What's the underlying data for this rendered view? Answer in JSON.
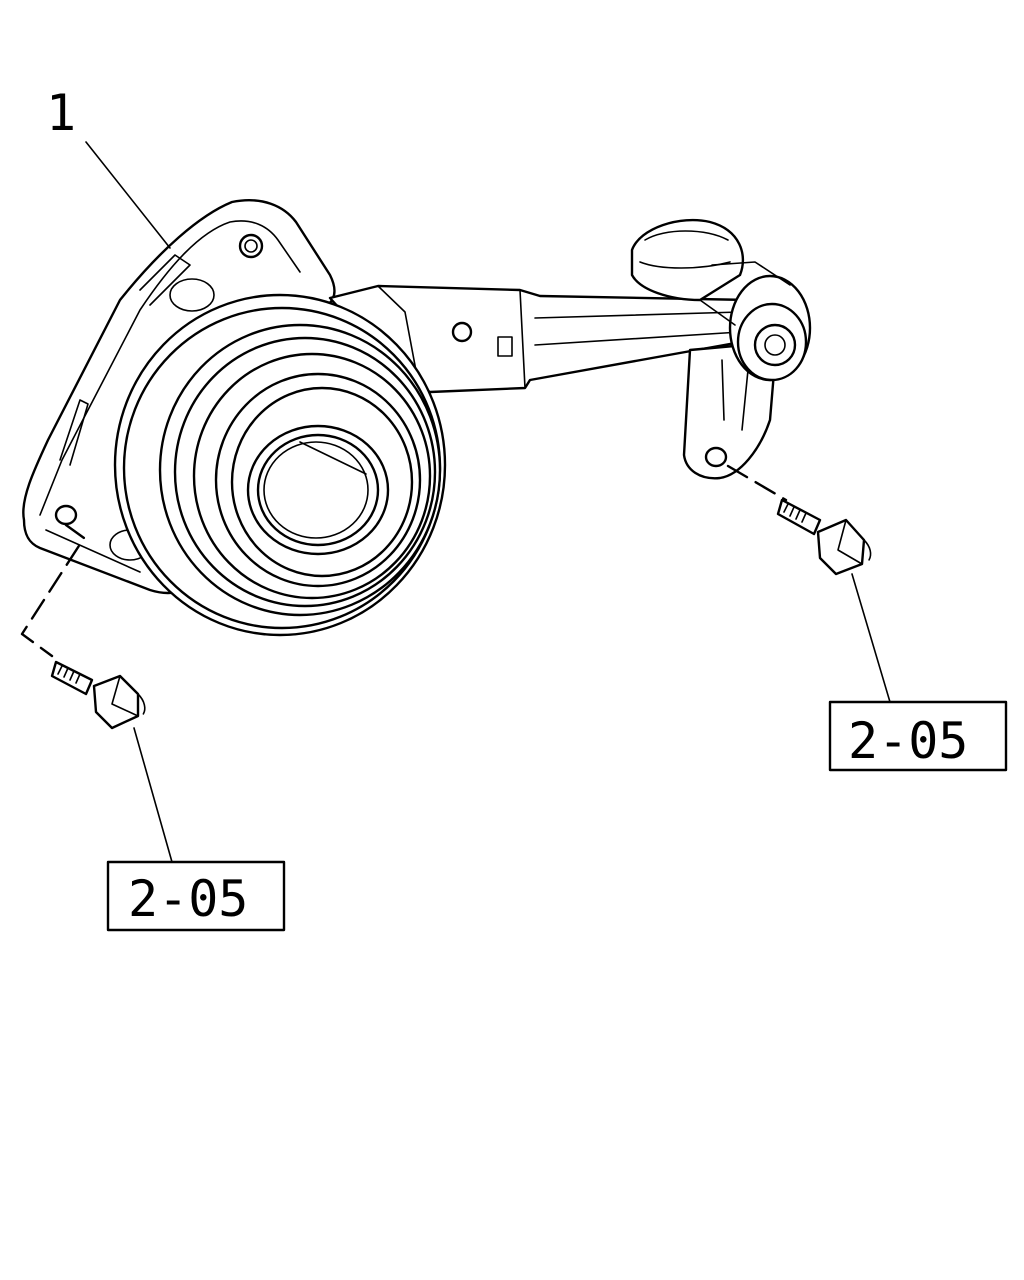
{
  "callout": {
    "part_number": "1"
  },
  "references": [
    {
      "label": "2-05"
    },
    {
      "label": "2-05"
    }
  ]
}
